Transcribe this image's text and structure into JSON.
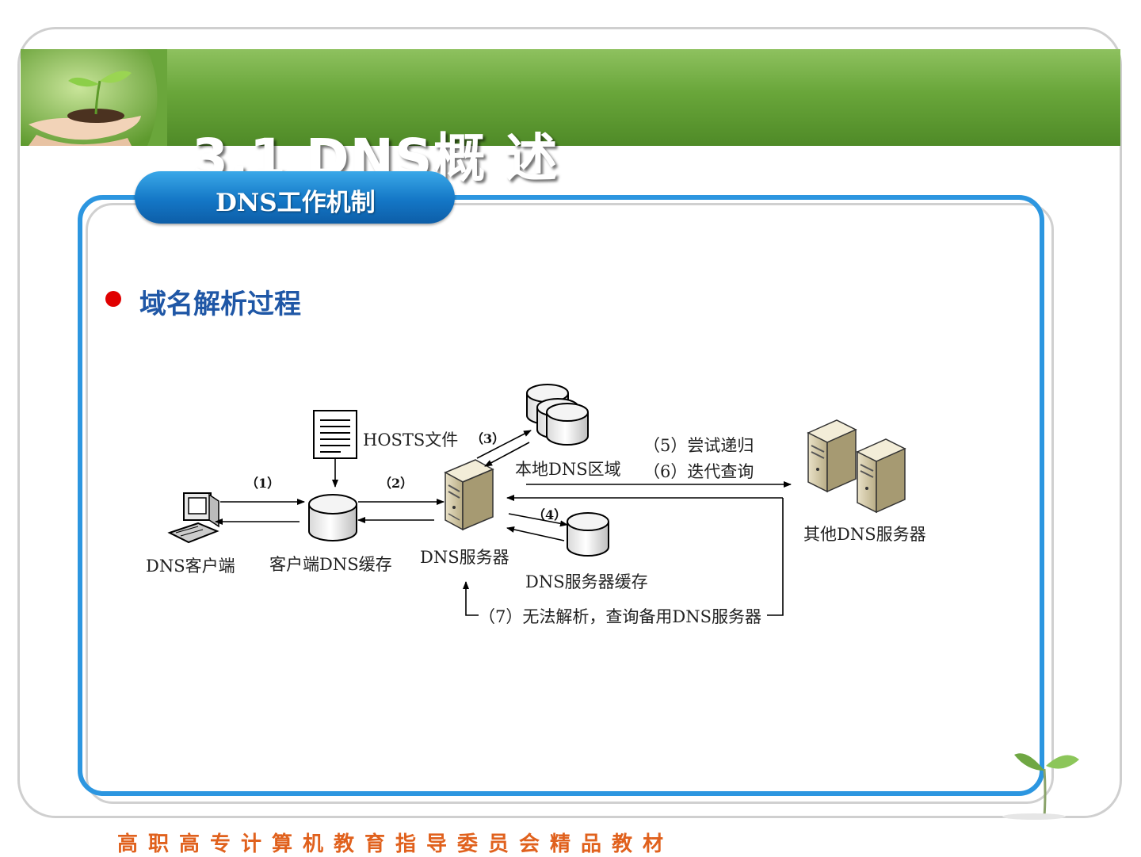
{
  "slide": {
    "title": "3.1  DNS概 述",
    "section_tab": "DNS工作机制",
    "bullet": "域名解析过程"
  },
  "diagram": {
    "nodes": {
      "client": "DNS客户端",
      "client_cache": "客户端DNS缓存",
      "hosts_file": "HOSTS文件",
      "dns_server": "DNS服务器",
      "local_zone": "本地DNS区域",
      "server_cache": "DNS服务器缓存",
      "other_servers": "其他DNS服务器"
    },
    "steps": {
      "s1": "（1）",
      "s2": "（2）",
      "s3": "（3）",
      "s4": "（4）",
      "s5": "（5）尝试递归",
      "s6": "（6）迭代查询",
      "s7": "（7）无法解析，查询备用DNS服务器"
    }
  },
  "footer": "高职高专计算机教育指导委员会精品教材",
  "colors": {
    "header_green": "#69a63a",
    "panel_blue": "#2c96e0",
    "bullet_red": "#e00000",
    "bullet_text": "#1f57a6",
    "footer_orange": "#e0611d"
  }
}
